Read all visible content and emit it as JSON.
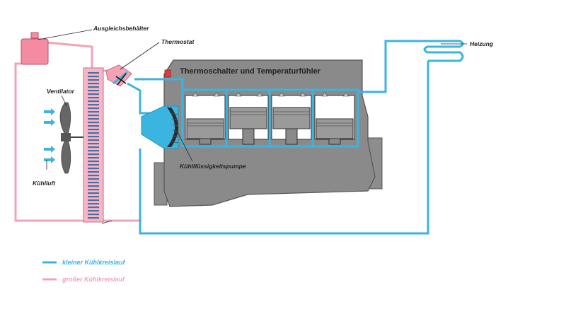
{
  "labels": {
    "reservoir": "Ausgleichsbehälter",
    "thermostat": "Thermostat",
    "thermo_switch": "Thermoschalter und Temperaturfühler",
    "heater": "Heizung",
    "fan": "Ventilator",
    "cooling_air": "Kühlluft",
    "pump": "Kühlflüssigkeitspumpe"
  },
  "legend": {
    "small_circuit": "kleiner Kühlkreislauf",
    "large_circuit": "großer Kühlkreislauf"
  },
  "colors": {
    "small_circuit": "#3ab4e0",
    "large_circuit": "#f4a3b6",
    "engine": "#8a8a8a",
    "engine_dark": "#5e5e5e",
    "reservoir": "#f58ba2",
    "sensor": "#e03a3a"
  }
}
